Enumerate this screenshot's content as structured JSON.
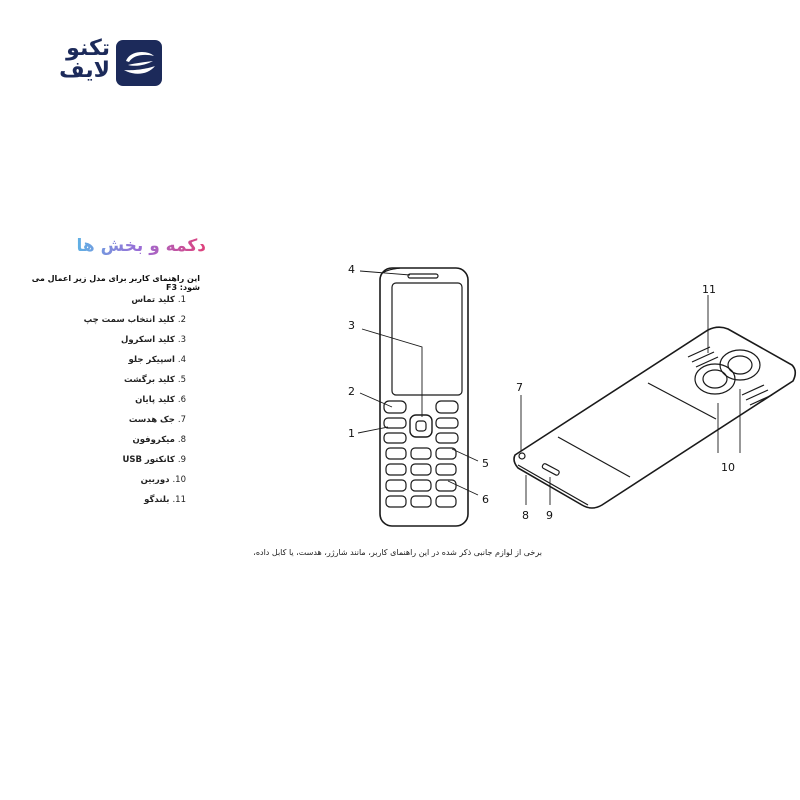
{
  "logo": {
    "line1": "تکنو",
    "line2": "لایف",
    "colors": {
      "primary": "#1c2a5a",
      "accent": "#ffffff"
    }
  },
  "section": {
    "title": "دکمه و بخش ها",
    "intro": "این راهنمای کاربر برای مدل زیر اعمال می شود: F3"
  },
  "parts": [
    {
      "num": "1.",
      "label": "کلید تماس"
    },
    {
      "num": "2.",
      "label": "کلید انتخاب سمت چپ"
    },
    {
      "num": "3.",
      "label": "کلید اسکرول"
    },
    {
      "num": "4.",
      "label": "اسپیکر جلو"
    },
    {
      "num": "5.",
      "label": "کلید برگشت"
    },
    {
      "num": "6.",
      "label": "کلید پایان"
    },
    {
      "num": "7.",
      "label": "جک هدست"
    },
    {
      "num": "8.",
      "label": "میکروفون"
    },
    {
      "num": "9.",
      "label": "کانکتور USB"
    },
    {
      "num": "10.",
      "label": "دوربین"
    },
    {
      "num": "11.",
      "label": "بلندگو"
    }
  ],
  "callouts": {
    "c1": "1",
    "c2": "2",
    "c3": "3",
    "c4": "4",
    "c5": "5",
    "c6": "6",
    "c7": "7",
    "c8": "8",
    "c9": "9",
    "c10": "10",
    "c11": "11"
  },
  "footnote": "برخی از لوازم جانبی ذکر شده در این راهنمای کاربر، مانند شارژر، هدست، یا کابل داده،"
}
